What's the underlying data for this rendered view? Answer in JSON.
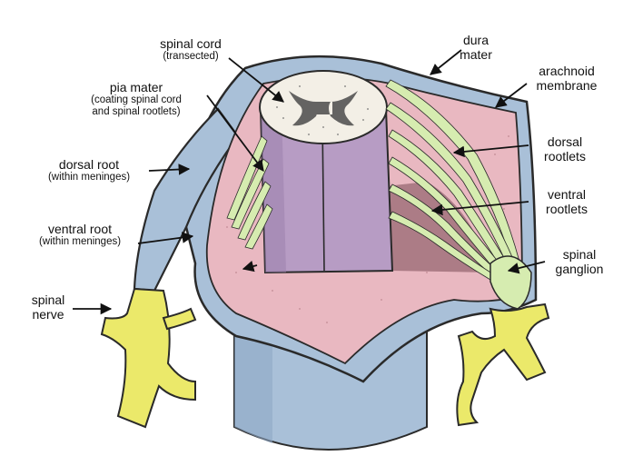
{
  "labels": {
    "spinal_cord": "spinal cord",
    "spinal_cord_note": "(transected)",
    "pia_mater": "pia mater",
    "pia_mater_note1": "(coating spinal cord",
    "pia_mater_note2": "and spinal rootlets)",
    "dorsal_root": "dorsal root",
    "dorsal_root_note": "(within meninges)",
    "ventral_root": "ventral root",
    "ventral_root_note": "(within meninges)",
    "spinal_nerve_1": "spinal",
    "spinal_nerve_2": "nerve",
    "dura_mater_1": "dura",
    "dura_mater_2": "mater",
    "arachnoid_1": "arachnoid",
    "arachnoid_2": "membrane",
    "dorsal_rootlets_1": "dorsal",
    "dorsal_rootlets_2": "rootlets",
    "ventral_rootlets_1": "ventral",
    "ventral_rootlets_2": "rootlets",
    "spinal_ganglion_1": "spinal",
    "spinal_ganglion_2": "ganglion"
  },
  "colors": {
    "dura": "#a9c0d8",
    "dura_dark": "#8aa6c4",
    "arachnoid": "#e9b8c1",
    "arachnoid_dark": "#c99098",
    "pia_cord": "#b79cc4",
    "gray_matter": "#3a3a3a",
    "white_matter": "#f3efe6",
    "rootlets": "#d6ecb0",
    "nerve": "#ebe96a",
    "outline": "#2a2a2a"
  }
}
